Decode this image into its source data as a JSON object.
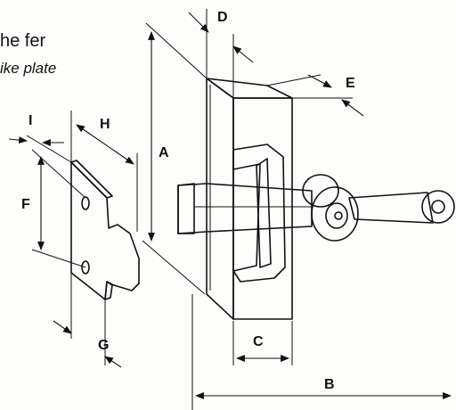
{
  "caption": {
    "line1": "he fer",
    "line2": "ike plate"
  },
  "labels": {
    "A": "A",
    "B": "B",
    "C": "C",
    "D": "D",
    "E": "E",
    "F": "F",
    "G": "G",
    "H": "H",
    "I": "I"
  },
  "colors": {
    "ink": "#111111",
    "paper": "#fdfdfc",
    "shade_dark": "#3a3a3a",
    "shade_mid": "#8a8a8a",
    "shade_light": "#d4d4d4"
  }
}
